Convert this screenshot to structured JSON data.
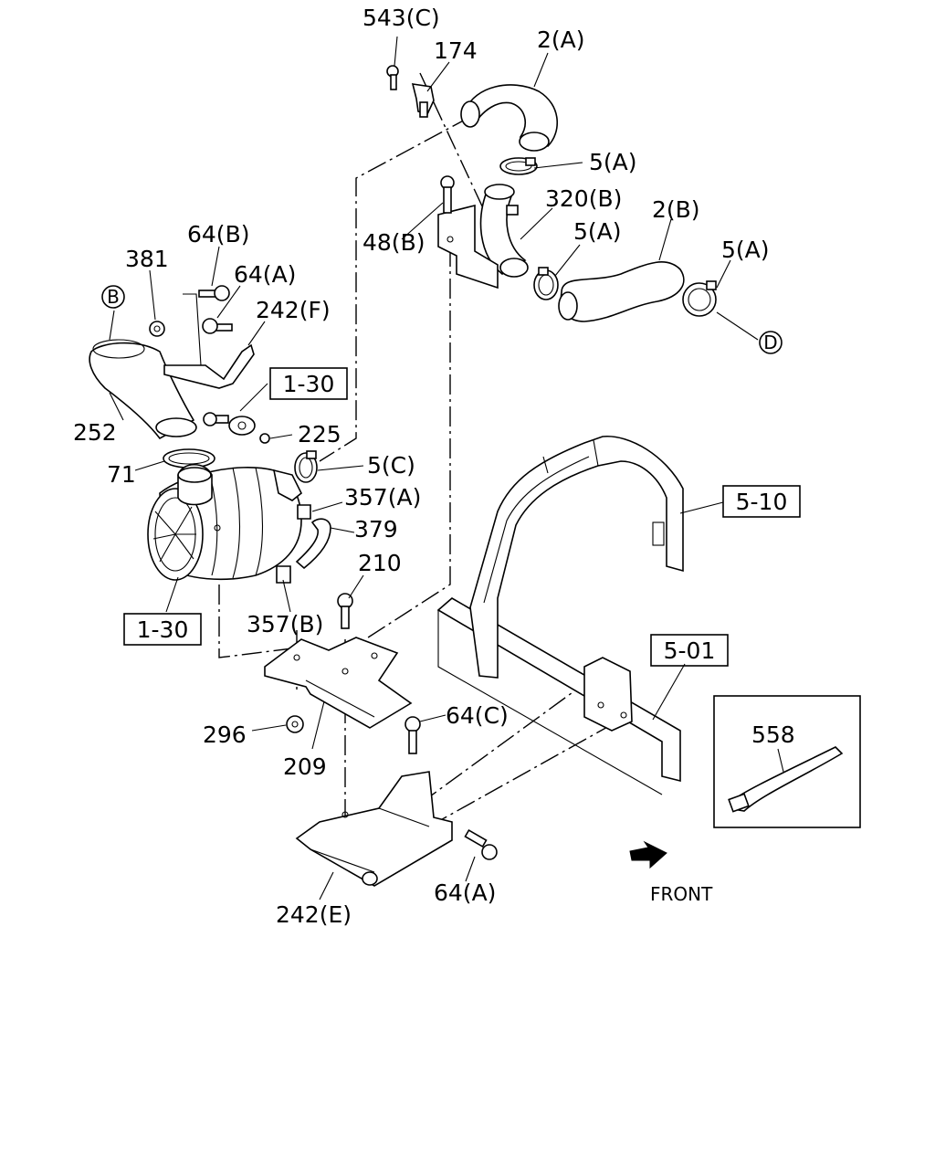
{
  "diagram": {
    "callouts": {
      "c543c": "543(C)",
      "c174": "174",
      "c2a": "2(A)",
      "c5a_top": "5(A)",
      "c320b": "320(B)",
      "c48b": "48(B)",
      "c2b": "2(B)",
      "c5a_mid": "5(A)",
      "c5a_right": "5(A)",
      "c64b": "64(B)",
      "c381": "381",
      "c64a_top": "64(A)",
      "c242f": "242(F)",
      "c252": "252",
      "c225": "225",
      "c71": "71",
      "c5c": "5(C)",
      "c357a": "357(A)",
      "c379": "379",
      "c210": "210",
      "c357b": "357(B)",
      "c296": "296",
      "c209": "209",
      "c64c": "64(C)",
      "c64a_bottom": "64(A)",
      "c242e": "242(E)",
      "c558": "558"
    },
    "refs": {
      "ref_1_30_top": "1-30",
      "ref_1_30_bottom": "1-30",
      "ref_5_10": "5-10",
      "ref_5_01": "5-01"
    },
    "markers": {
      "marker_b": "B",
      "marker_d": "D"
    },
    "front_label": "FRONT"
  }
}
